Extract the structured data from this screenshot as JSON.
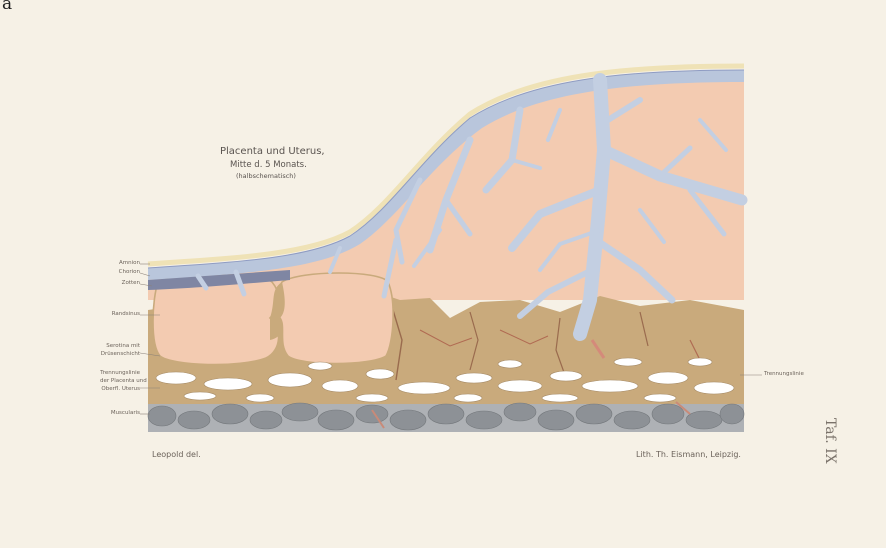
{
  "corner_letter": "a",
  "title": {
    "line1": "Placenta und Uterus,",
    "line2": "Mitte d. 5 Monats.",
    "line3": "(halbschematisch)"
  },
  "labels": {
    "amnion": "Amnion",
    "chorion": "Chorion",
    "zotten": "Zotten",
    "randsinus": "Randsinus",
    "serotina_1": "Serotina mit",
    "serotina_2": "Drüsenschicht",
    "trennung_1": "Trennungslinie",
    "trennung_2": "der Placenta und",
    "trennung_3": "Oberfl. Uterus",
    "muscularis": "Muscularis",
    "trennungslinie": "Trennungslinie"
  },
  "footer": {
    "left": "Leopold del.",
    "right": "Lith. Th. Eismann, Leipzig."
  },
  "plate_number": "Taf. IX",
  "colors": {
    "paper": "#f6f1e6",
    "chorion_blue": "#b9c6dc",
    "villi_blue": "#c3cfe2",
    "blood_pink": "#f3cbb1",
    "decidua_tan": "#c9aa7c",
    "muscle_gray": "#8d9196",
    "membrane_yellow": "#efe2b6"
  }
}
